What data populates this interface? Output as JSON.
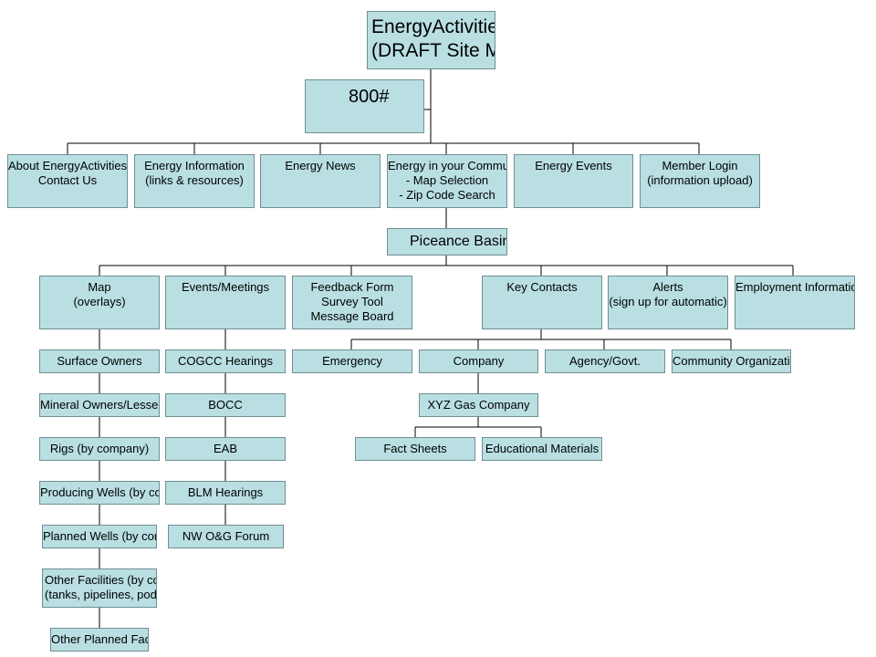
{
  "root": {
    "line1": "EnergyActivities.",
    "line2": "(DRAFT Site Map)"
  },
  "phone": {
    "label": "800#"
  },
  "top_nav": {
    "about": {
      "line1": "About EnergyActivities",
      "line2": "Contact Us"
    },
    "info": {
      "line1": "Energy Information",
      "line2": "(links & resources)"
    },
    "news": {
      "line1": "Energy News"
    },
    "community": {
      "line1": "Energy in your Community",
      "line2": "- Map Selection",
      "line3": "- Zip Code Search"
    },
    "events": {
      "line1": "Energy Events"
    },
    "login": {
      "line1": "Member Login",
      "line2": "(information upload)"
    }
  },
  "basin": {
    "label": "Piceance Basin"
  },
  "sections": {
    "map": {
      "line1": "Map",
      "line2": "(overlays)"
    },
    "meetings": {
      "line1": "Events/Meetings"
    },
    "feedback": {
      "line1": "Feedback Form",
      "line2": "Survey Tool",
      "line3": "Message Board"
    },
    "contacts": {
      "line1": "Key Contacts"
    },
    "alerts": {
      "line1": "Alerts",
      "line2": "(sign up for automatic)"
    },
    "employment": {
      "line1": "Employment Information"
    }
  },
  "map_items": [
    "Surface Owners",
    "Mineral Owners/Lessees",
    "Rigs (by company)",
    "Producing Wells (by company)",
    "Planned Wells (by company)",
    "Other Facilities (by company)|(tanks, pipelines, pods)",
    "Other Planned Facilities"
  ],
  "meeting_items": [
    "COGCC Hearings",
    "BOCC",
    "EAB",
    "BLM Hearings",
    "NW O&G Forum"
  ],
  "contact_items": {
    "emergency": "Emergency",
    "company": "Company",
    "agency": "Agency/Govt.",
    "community": "Community Organizations"
  },
  "company_detail": {
    "name": "XYZ Gas Company",
    "fact_sheets": "Fact Sheets",
    "educational": "Educational Materials"
  }
}
